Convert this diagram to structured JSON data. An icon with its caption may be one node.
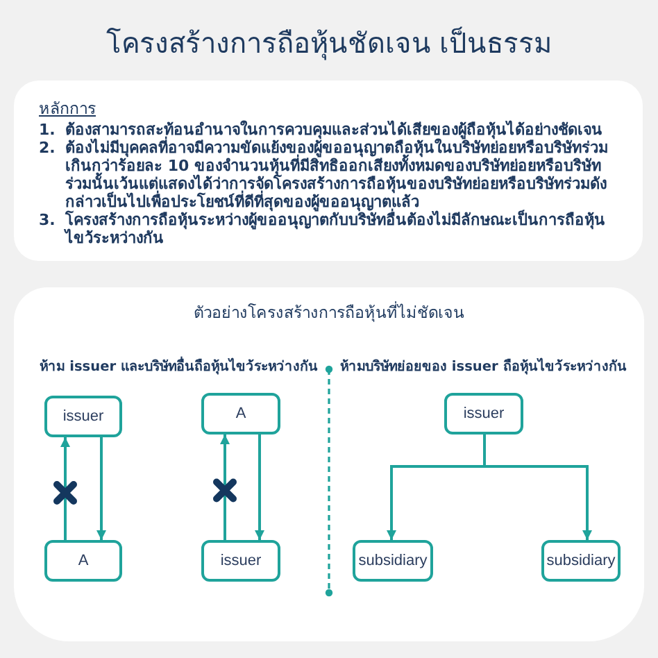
{
  "diagram": {
    "title": "โครงสร้างการถือหุ้นชัดเจน เป็นธรรม",
    "nodes": [
      {
        "text": [
          "หลักการ",
          "1.",
          "ต้องสามารถสะท้อนอำนาจในการควบคุมและส่วนได้เสียของผู้ถือหุ้นได้อย่างชัดเจน",
          "2.",
          "ต้องไม่มีบุคคลที่อาจมีความขัดแย้งของผู้ขออนุญาตถือหุ้นในบริษัทย่อยหรือบริษัทร่วมเกินกว่าร้อยละ 10 ของจำนวนหุ้นที่มีสิทธิออกเสียงทั้งหมดของบริษัทย่อยหรือบริษัทร่วมนั้นเว้นแต่แสดงได้ว่าการจัดโครงสร้างการถือหุ้นของบริษัทย่อยหรือบริษัทร่วมดังกล่าวเป็นไปเพื่อประโยชน์ที่ดีที่สุดของผู้ขออนุญาตแล้ว",
          "3.",
          "โครงสร้างการถือหุ้นระหว่างผู้ขออนุญาตกับบริษัทอื่นต้องไม่มีลักษณะเป็นการถือหุ้นไขว้ระหว่างกัน"
        ]
      },
      {
        "text": [
          "ตัวอย่างโครงสร้างการถือหุ้นที่ไม่ชัดเจน",
          "ห้าม issuer และบริษัทอื่นถือหุ้นไขว้ระหว่างกัน",
          "ห้ามบริษัทย่อยของ issuer ถือหุ้นไขว้ระหว่างกัน"
        ]
      },
      {
        "text": [
          "issuer"
        ],
        "in": 1
      },
      {
        "text": [
          "A"
        ],
        "in": 1
      },
      {
        "text": [
          "issuer"
        ],
        "in": 1
      },
      {
        "text": [
          "A"
        ],
        "in": 1
      },
      {
        "text": [
          "issuer"
        ],
        "in": 1
      },
      {
        "text": [
          "subsidiary"
        ],
        "in": 1
      },
      {
        "text": [
          "subsidiary"
        ],
        "in": 1
      }
    ],
    "edges": [
      {
        "from": 5,
        "to": 2,
        "arrow": "to"
      },
      {
        "from": 2,
        "to": 5,
        "arrow": "to"
      },
      {
        "from": 6,
        "to": 3,
        "arrow": "to"
      },
      {
        "from": 3,
        "to": 6,
        "arrow": "to"
      },
      {
        "from": 4,
        "to": 7,
        "arrow": "to"
      },
      {
        "from": 4,
        "to": 8,
        "arrow": "to"
      }
    ]
  }
}
